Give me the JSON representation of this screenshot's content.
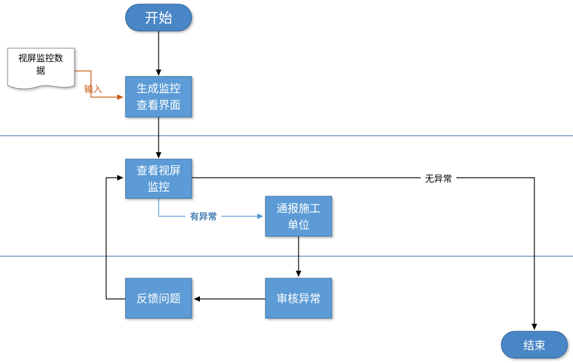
{
  "colors": {
    "box_fill": "#5b9bd5",
    "box_stroke": "#41719c",
    "terminal_fill": "#4a86c6",
    "arrow_black": "#000000",
    "arrow_blue": "#5b9bd5",
    "arrow_orange": "#c55a11",
    "lane_line": "#5b86c0",
    "document_fill": "#ffffff",
    "document_stroke": "#888888"
  },
  "nodes": {
    "start": "开始",
    "end": "结束",
    "document": [
      "视屏监控数",
      "据"
    ],
    "generate_view": [
      "生成监控",
      "查看界面"
    ],
    "view_monitor": [
      "查看视屏",
      "监控"
    ],
    "notify_unit": [
      "通报施工",
      "单位"
    ],
    "review_anomaly": "审核异常",
    "feedback_issue": "反馈问题"
  },
  "edge_labels": {
    "input": "输入",
    "has_anomaly": "有异常",
    "no_anomaly": "无异常"
  }
}
